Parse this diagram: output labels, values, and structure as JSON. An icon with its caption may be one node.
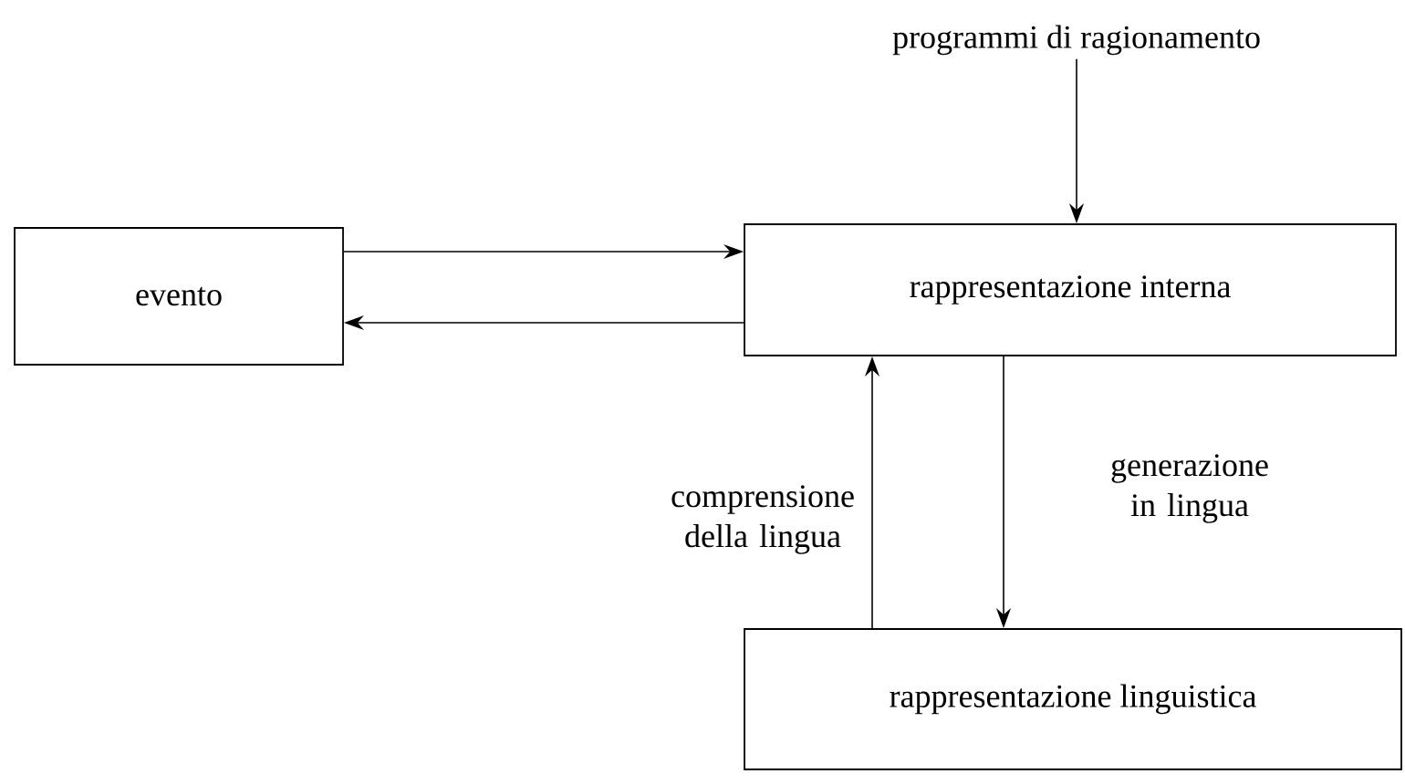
{
  "diagram": {
    "nodes": [
      {
        "text": [
          "evento"
        ]
      },
      {
        "text": [
          "rappresentazione interna"
        ]
      },
      {
        "text": [
          "rappresentazione linguistica"
        ]
      },
      {
        "text": [
          "programmi di ragionamento"
        ]
      }
    ],
    "edges": [
      {
        "from": 0,
        "to": 1,
        "arrow": "to"
      },
      {
        "from": 1,
        "to": 0,
        "arrow": "to"
      },
      {
        "from": 3,
        "to": 1,
        "arrow": "to"
      },
      {
        "from": 1,
        "to": 2,
        "arrow": "to",
        "label": "generazione in lingua"
      },
      {
        "from": 2,
        "to": 1,
        "arrow": "to",
        "label": "comprensione della lingua"
      }
    ]
  }
}
